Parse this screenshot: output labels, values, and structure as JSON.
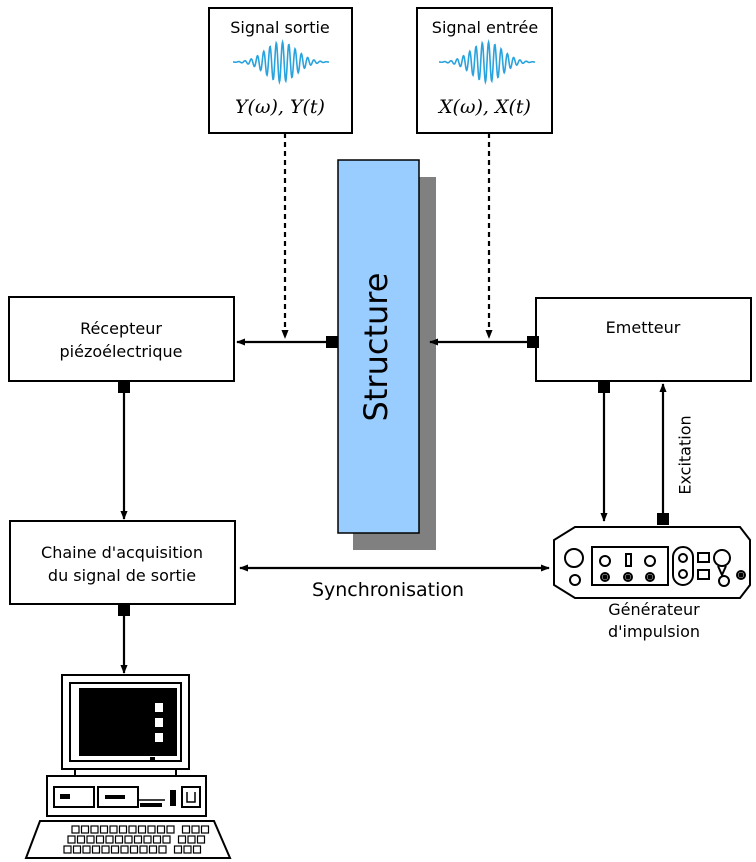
{
  "signals": {
    "output": {
      "title": "Signal sortie",
      "formula": "Y(ω), Y(t)"
    },
    "input": {
      "title": "Signal entrée",
      "formula": "X(ω), X(t)"
    }
  },
  "structure_label": "Structure",
  "boxes": {
    "receiver": {
      "line1": "Récepteur",
      "line2": "piézoélectrique"
    },
    "emitter": "Emetteur",
    "acquisition": {
      "line1": "Chaine d'acquisition",
      "line2": "du signal de sortie"
    }
  },
  "links": {
    "synchronisation": "Synchronisation",
    "excitation": "Excitation"
  },
  "generator_label": {
    "line1": "Générateur",
    "line2": "d'impulsion"
  },
  "colors": {
    "structure_fill": "#99ccff",
    "structure_shadow": "#808080",
    "wave": "#29a3dd"
  }
}
